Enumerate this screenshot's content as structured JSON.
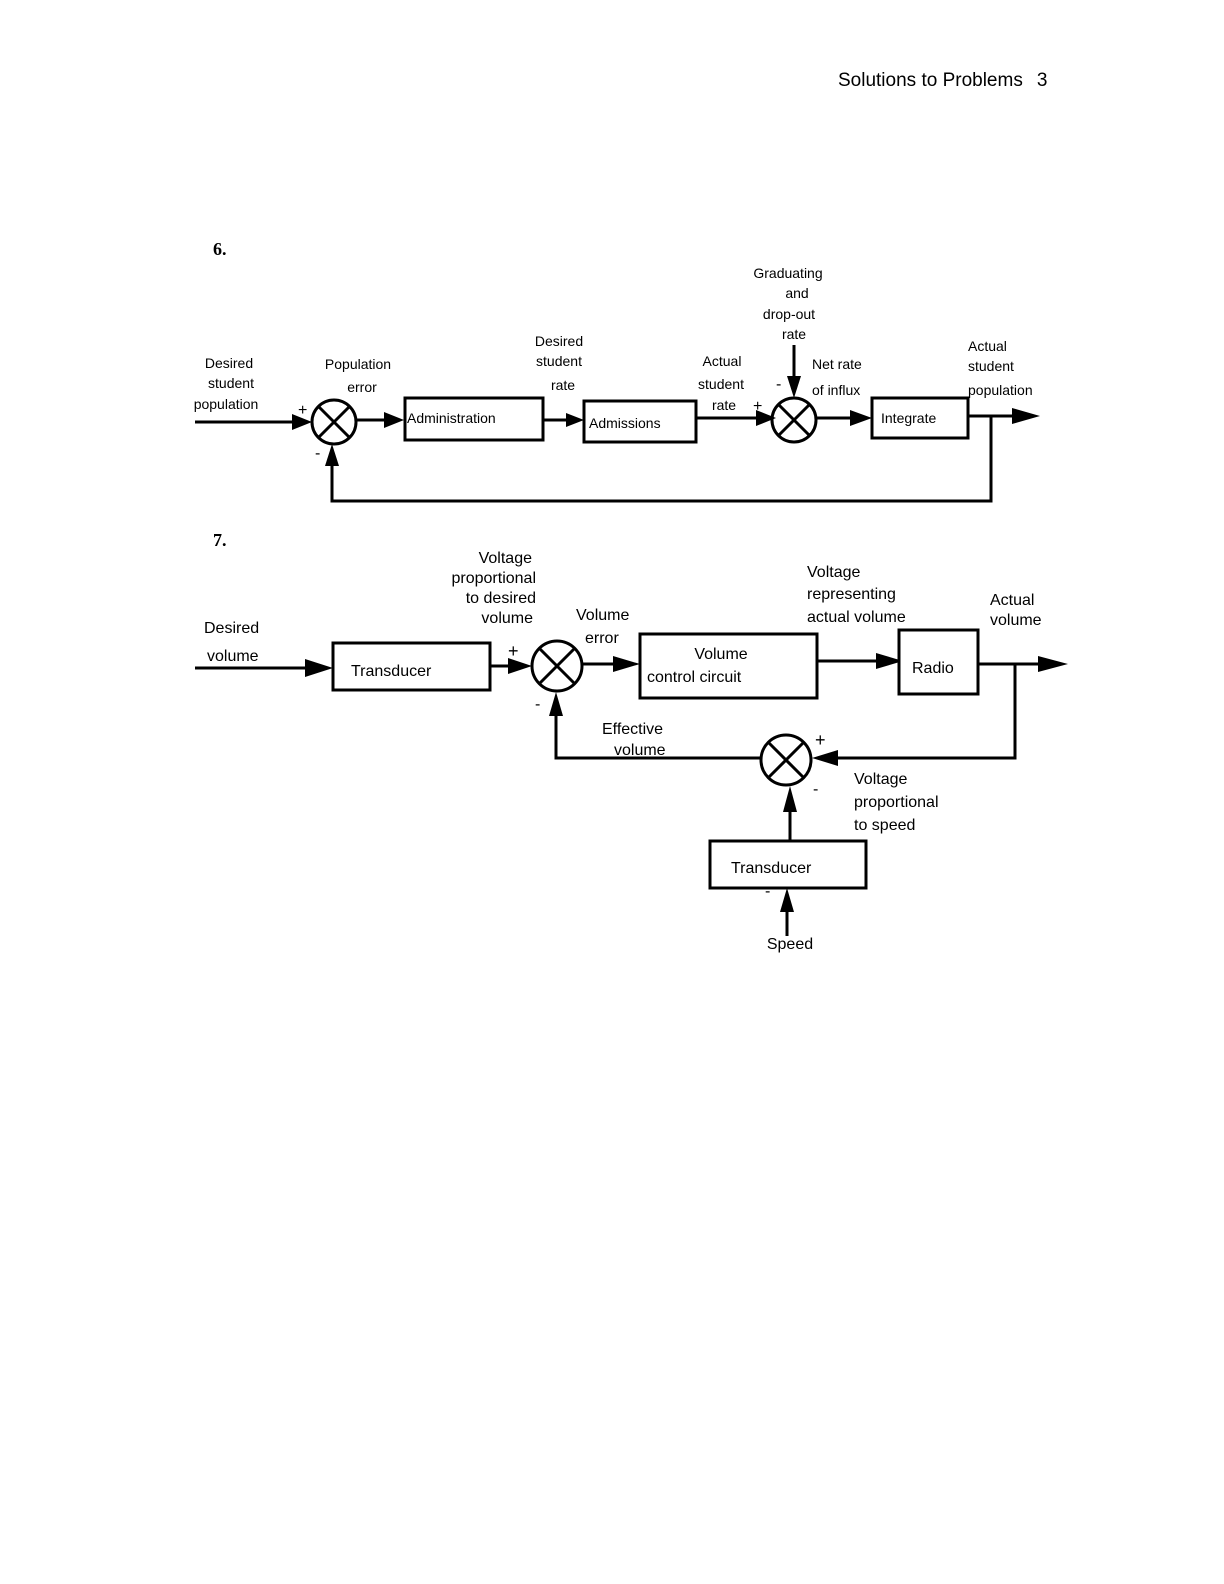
{
  "header": {
    "title": "Solutions to Problems",
    "page_number": "3"
  },
  "problem6": {
    "number": "6.",
    "labels": {
      "desired_student_population": [
        "Desired",
        "student",
        "population"
      ],
      "population_error": [
        "Population",
        "error"
      ],
      "desired_student_rate": [
        "Desired",
        "student",
        "rate"
      ],
      "actual_student_rate": [
        "Actual",
        "student",
        "rate"
      ],
      "graduating_rate": [
        "Graduating",
        "and",
        "drop-out",
        "rate"
      ],
      "net_rate_of_influx": [
        "Net rate",
        "of influx"
      ],
      "actual_student_population": [
        "Actual",
        "student",
        "population"
      ]
    },
    "blocks": {
      "administration": "Administration",
      "admissions": "Admissions",
      "integrate": "Integrate"
    },
    "signs": {
      "sum1_plus": "+",
      "sum1_minus": "-",
      "sum2_plus": "+",
      "sum2_minus": "-"
    }
  },
  "problem7": {
    "number": "7.",
    "labels": {
      "desired_volume": [
        "Desired",
        "volume"
      ],
      "voltage_desired": [
        "Voltage",
        "proportional",
        "to desired",
        "volume"
      ],
      "volume_error": [
        "Volume",
        "error"
      ],
      "voltage_actual": [
        "Voltage",
        "representing",
        "actual volume"
      ],
      "actual_volume": [
        "Actual",
        "volume"
      ],
      "effective_volume": [
        "Effective",
        "volume"
      ],
      "voltage_speed": [
        "Voltage",
        "proportional",
        "to speed"
      ],
      "speed": "Speed"
    },
    "blocks": {
      "transducer_input": "Transducer",
      "volume_control": [
        "Volume",
        "control circuit"
      ],
      "radio": "Radio",
      "transducer_speed": "Transducer"
    },
    "signs": {
      "sum1_plus": "+",
      "sum1_minus": "-",
      "sum2_plus": "+",
      "sum2_minus": "-",
      "speed_minus": "-"
    }
  }
}
